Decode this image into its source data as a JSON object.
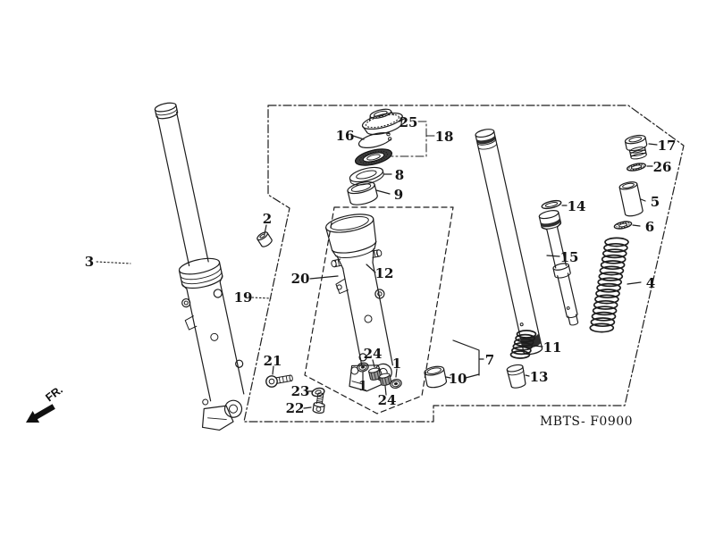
{
  "diagram": {
    "code": "MBTS- F0900",
    "direction_label": "FR.",
    "colors": {
      "line": "#1d1d1d",
      "background": "#ffffff"
    },
    "callouts": [
      {
        "label": "25"
      },
      {
        "label": "16"
      },
      {
        "label": "18"
      },
      {
        "label": "8"
      },
      {
        "label": "9"
      },
      {
        "label": "2"
      },
      {
        "label": "20"
      },
      {
        "label": "12"
      },
      {
        "label": "19"
      },
      {
        "label": "14"
      },
      {
        "label": "15"
      },
      {
        "label": "17"
      },
      {
        "label": "26"
      },
      {
        "label": "5"
      },
      {
        "label": "6"
      },
      {
        "label": "4"
      },
      {
        "label": "11"
      },
      {
        "label": "13"
      },
      {
        "label": "7"
      },
      {
        "label": "10"
      },
      {
        "label": "21"
      },
      {
        "label": "23"
      },
      {
        "label": "22"
      },
      {
        "label": "24"
      },
      {
        "label": "1"
      },
      {
        "label": "1"
      },
      {
        "label": "24"
      },
      {
        "label": "3"
      }
    ]
  }
}
